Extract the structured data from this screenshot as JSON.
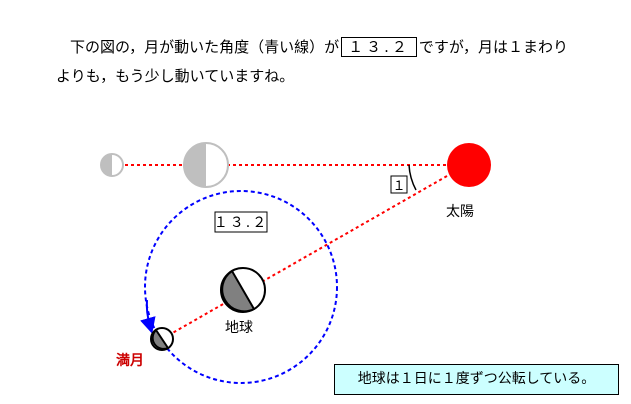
{
  "intro": {
    "text_a": "下の図の，月が動いた角度（青い線）が",
    "boxed_value": "１３.２",
    "text_b": "ですが，月は１まわり",
    "text_c": "よりも，もう少し動いていますね。"
  },
  "diagram": {
    "angle_box_label": "１",
    "orbit_box_label": "１３.２",
    "sun_label": "太陽",
    "earth_label": "地球",
    "moon_label": "満月",
    "colors": {
      "sun": "#ff0000",
      "orbit": "#0000ff",
      "sightline": "#ff0000",
      "faded": "#bfbfbf",
      "shadow": "#808080",
      "moon_label": "#cc0000"
    }
  },
  "note": {
    "text": "地球は１日に１度ずつ公転している。",
    "background": "#ccffff"
  }
}
